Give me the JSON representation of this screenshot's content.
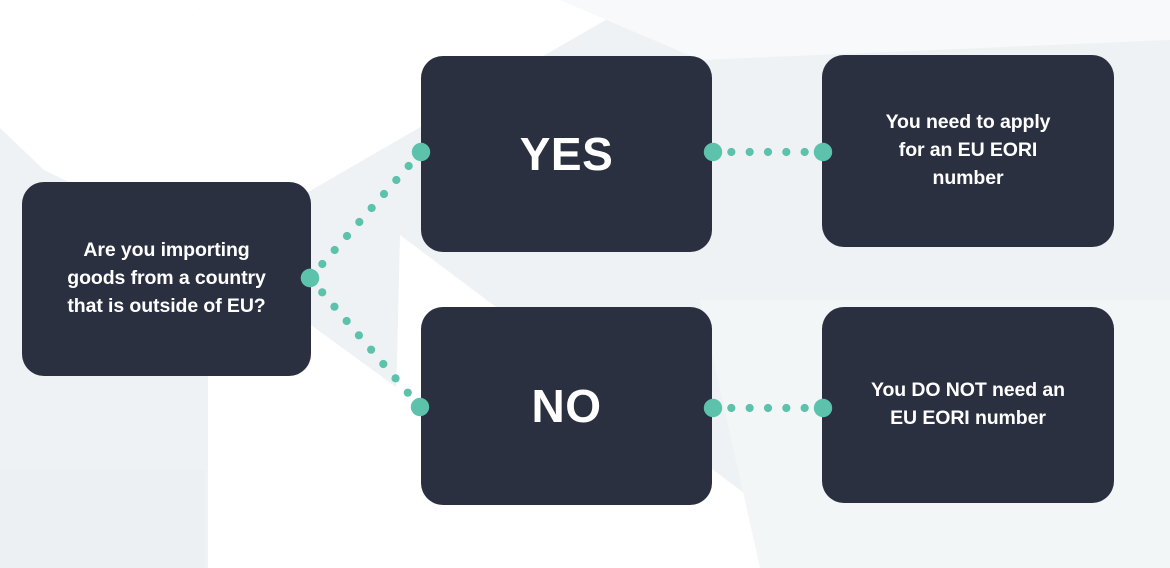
{
  "diagram": {
    "title": "EU EORI number requirement decision flowchart",
    "colors": {
      "background": "#eef2f4",
      "background_accent": "#ffffff",
      "node_fill": "#2b3040",
      "node_text": "#ffffff",
      "connector": "#5dc2ab"
    },
    "nodes": {
      "question": {
        "label": "Are you importing\ngoods from a country\nthat is outside of EU?",
        "role": "decision-question"
      },
      "yes": {
        "label": "YES",
        "role": "branch-answer"
      },
      "no": {
        "label": "NO",
        "role": "branch-answer"
      },
      "outcome_yes": {
        "label": "You need to apply\nfor an EU EORI\nnumber",
        "role": "outcome"
      },
      "outcome_no": {
        "label": "You DO NOT need an\nEU EORI number",
        "role": "outcome"
      }
    },
    "connectors": [
      {
        "name": "question-to-yes",
        "from": "question",
        "to": "yes",
        "style": "dotted-diagonal",
        "dot_count": 8
      },
      {
        "name": "question-to-no",
        "from": "question",
        "to": "no",
        "style": "dotted-diagonal",
        "dot_count": 8
      },
      {
        "name": "yes-to-outcome",
        "from": "yes",
        "to": "outcome_yes",
        "style": "dotted-horizontal",
        "dot_count": 5
      },
      {
        "name": "no-to-outcome",
        "from": "no",
        "to": "outcome_no",
        "style": "dotted-horizontal",
        "dot_count": 5
      }
    ]
  }
}
